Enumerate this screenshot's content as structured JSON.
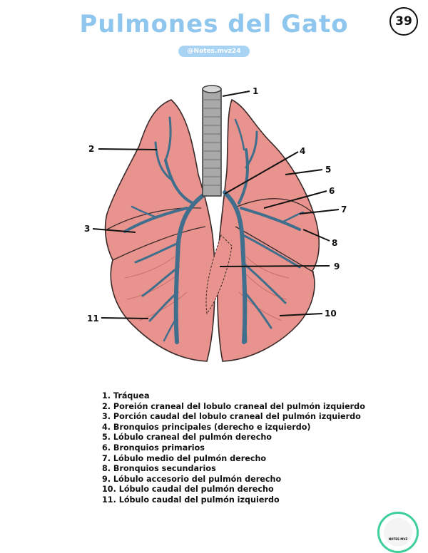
{
  "title": "Pulmones del Gato",
  "handle": "@Notes.mvz24",
  "page_number": "39",
  "logo_text": "NOTES MVZ",
  "callouts": [
    "1",
    "2",
    "3",
    "4",
    "5",
    "6",
    "7",
    "8",
    "9",
    "10",
    "11"
  ],
  "legend": [
    "1. Tráquea",
    "2. Poreión craneal del lobulo craneal del pulmón izquierdo",
    "3. Porción caudal del lobulo craneal del pulmón izquierdo",
    "4. Bronquios principales (derecho e izquierdo)",
    "5. Lóbulo craneal del pulmón derecho",
    "6. Bronquios primarios",
    "7. Lóbulo medio del pulmón derecho",
    "8. Bronquios secundarios",
    "9. Lóbulo accesorio del pulmón derecho",
    "10. Lóbulo caudal del pulmón derecho",
    "11. Lóbulo caudal del pulmón izquierdo"
  ],
  "colors": {
    "title": "#8fc6ee",
    "lung_fill": "#e8938d",
    "lung_outline": "#3a2a2a",
    "bronchi": "#3f6f8c",
    "trachea": "#a9a9a9",
    "logo_ring": "#3fcf9a"
  }
}
